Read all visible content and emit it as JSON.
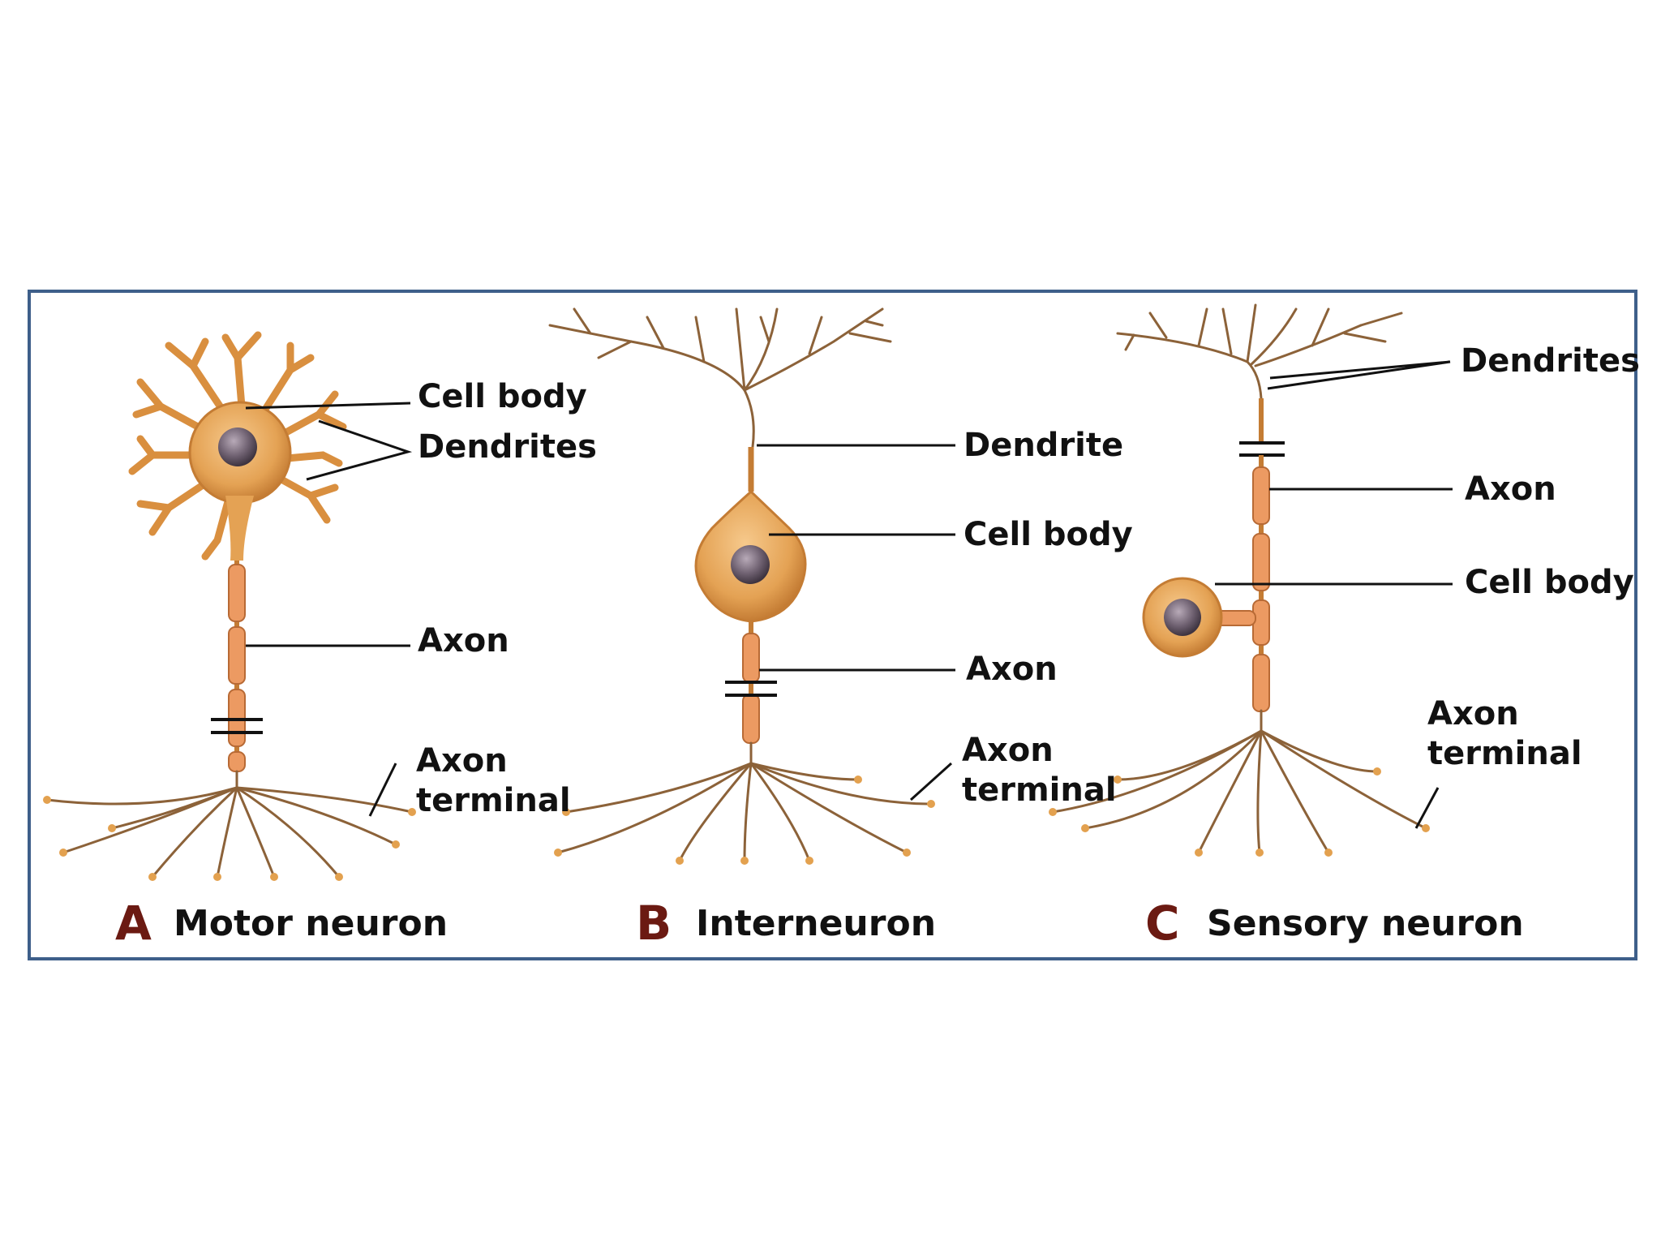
{
  "colors": {
    "border": "#3e5f8a",
    "caption_letter": "#6b1a12",
    "neuron_fill": "#e6a657",
    "neuron_stroke": "#a8662a",
    "axon_segment": "#ec9a62",
    "dendrite_line": "#8c6239",
    "nucleus": "#6e6070",
    "leader_line": "#111111"
  },
  "panels": [
    {
      "letter": "A",
      "title": "Motor neuron",
      "labels": {
        "cell_body": "Cell body",
        "dendrites": "Dendrites",
        "axon": "Axon",
        "axon_terminal": "Axon\nterminal"
      }
    },
    {
      "letter": "B",
      "title": "Interneuron",
      "labels": {
        "dendrite": "Dendrite",
        "cell_body": "Cell body",
        "axon": "Axon",
        "axon_terminal": "Axon\nterminal"
      }
    },
    {
      "letter": "C",
      "title": "Sensory neuron",
      "labels": {
        "dendrites": "Dendrites",
        "axon": "Axon",
        "cell_body": "Cell body",
        "axon_terminal": "Axon\nterminal"
      }
    }
  ]
}
